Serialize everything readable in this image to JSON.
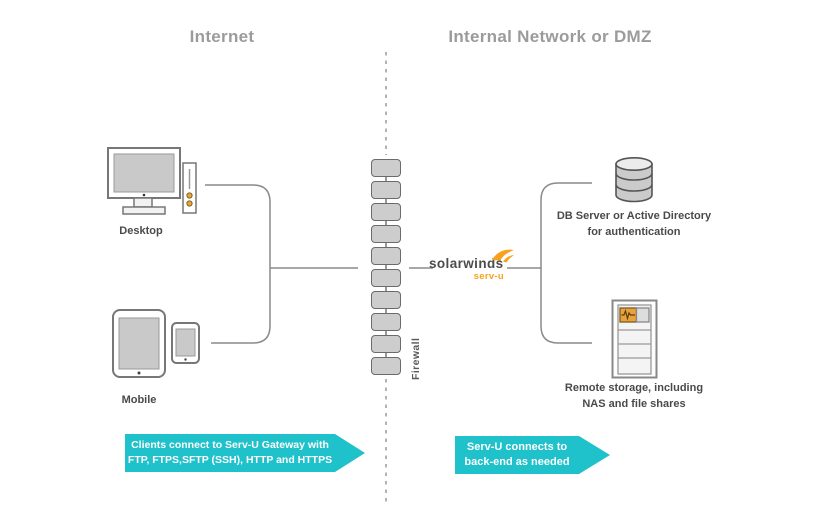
{
  "headings": {
    "left": "Internet",
    "right": "Internal Network or DMZ"
  },
  "nodes": {
    "desktop": {
      "label": "Desktop"
    },
    "mobile": {
      "label": "Mobile"
    },
    "db_server": {
      "label_line1": "DB Server or Active Directory",
      "label_line2": "for authentication"
    },
    "remote_storage": {
      "label_line1": "Remote storage, including",
      "label_line2": "NAS and file shares"
    }
  },
  "firewall": {
    "label": "Firewall",
    "brick_count": 10
  },
  "logo": {
    "brand": "solarwinds",
    "product": "serv-u",
    "icon": "solarwinds-swirl-icon"
  },
  "banners": {
    "left": {
      "line1": "Clients connect to Serv-U Gateway with",
      "line2": "FTP, FTPS,SFTP (SSH), HTTP and HTTPS"
    },
    "right": {
      "line1": "Serv-U connects to",
      "line2": "back-end as needed"
    }
  },
  "colors": {
    "accent_teal": "#1fc1cb",
    "brand_orange": "#f9a11b",
    "heading_gray": "#9b9b9b",
    "line_gray": "#8a8a8a",
    "icon_fill_gray": "#c9c9c9"
  }
}
